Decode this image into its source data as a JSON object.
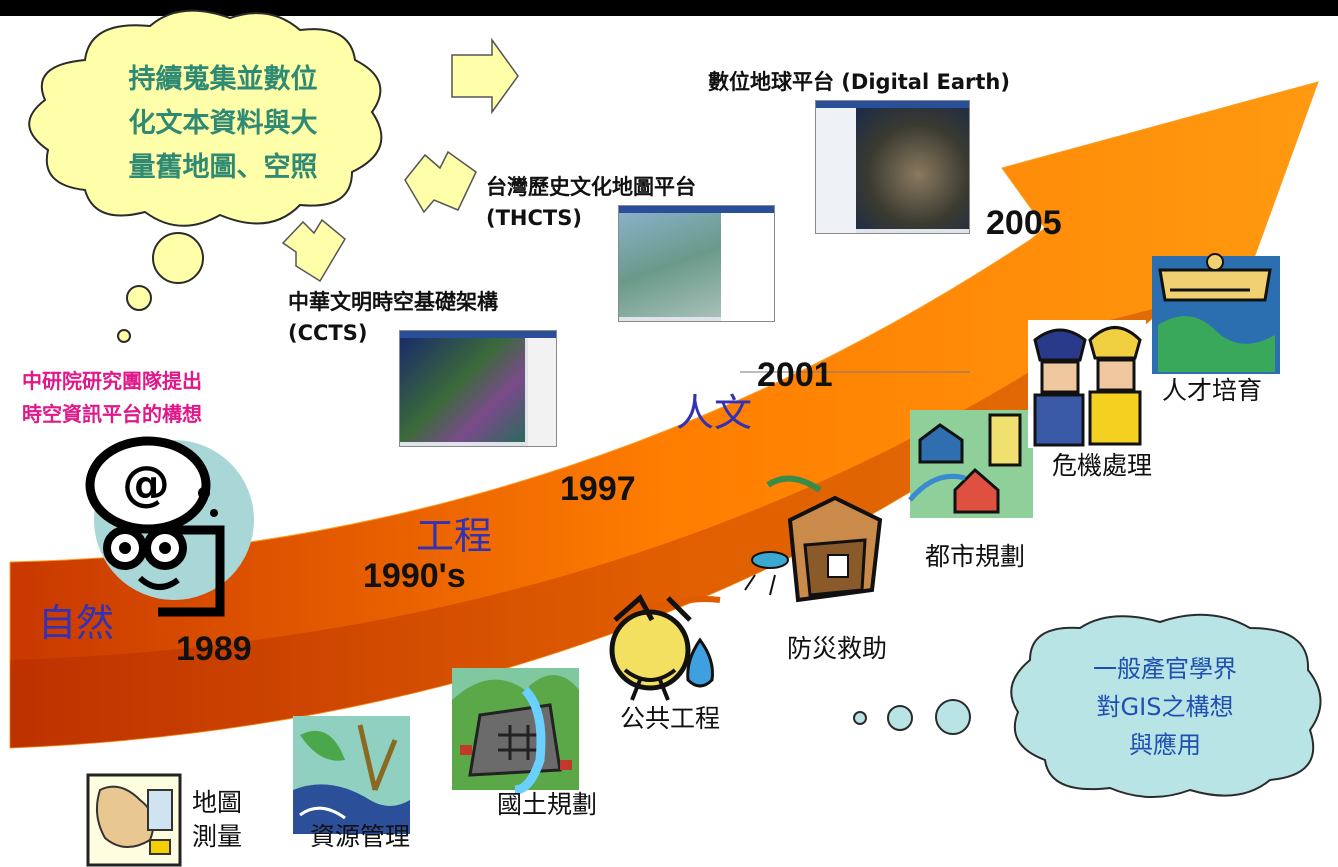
{
  "cloud_text": [
    "持續蒐集並數位",
    "化文本資料與大",
    "量舊地圖、空照"
  ],
  "proposal_text": [
    "中研院研究團隊提出",
    "時空資訊平台的構想"
  ],
  "years": {
    "y1989": "1989",
    "y1990s": "1990's",
    "y1997": "1997",
    "y2001": "2001",
    "y2005": "2005"
  },
  "stages": {
    "nature": "自然",
    "engineering": "工程",
    "humanities": "人文"
  },
  "platforms": {
    "ccts": [
      "中華文明時空基礎架構",
      "(CCTS)"
    ],
    "thcts": [
      "台灣歷史文化地圖平台",
      "(THCTS)"
    ],
    "digital_earth": "數位地球平台 (Digital Earth)"
  },
  "applications": {
    "map_survey": [
      "地圖",
      "測量"
    ],
    "resource_mgmt": "資源管理",
    "land_planning": "國土規劃",
    "public_works": "公共工程",
    "disaster_relief": "防災救助",
    "urban_planning": "都市規劃",
    "crisis_mgmt": "危機處理",
    "talent_training": "人才培育"
  },
  "bubble_text": [
    "一般產官學界",
    "對GIS之構想",
    "與應用"
  ],
  "colors": {
    "arrow_orange": "#ff8a00",
    "arrow_dark": "#c03a00",
    "cloud_fill": "#ffffaa",
    "bubble_fill": "#b8e4e6",
    "stage_text": "#3232b4",
    "proposal_text": "#e0188a",
    "cloud_text": "#2f8a74"
  }
}
